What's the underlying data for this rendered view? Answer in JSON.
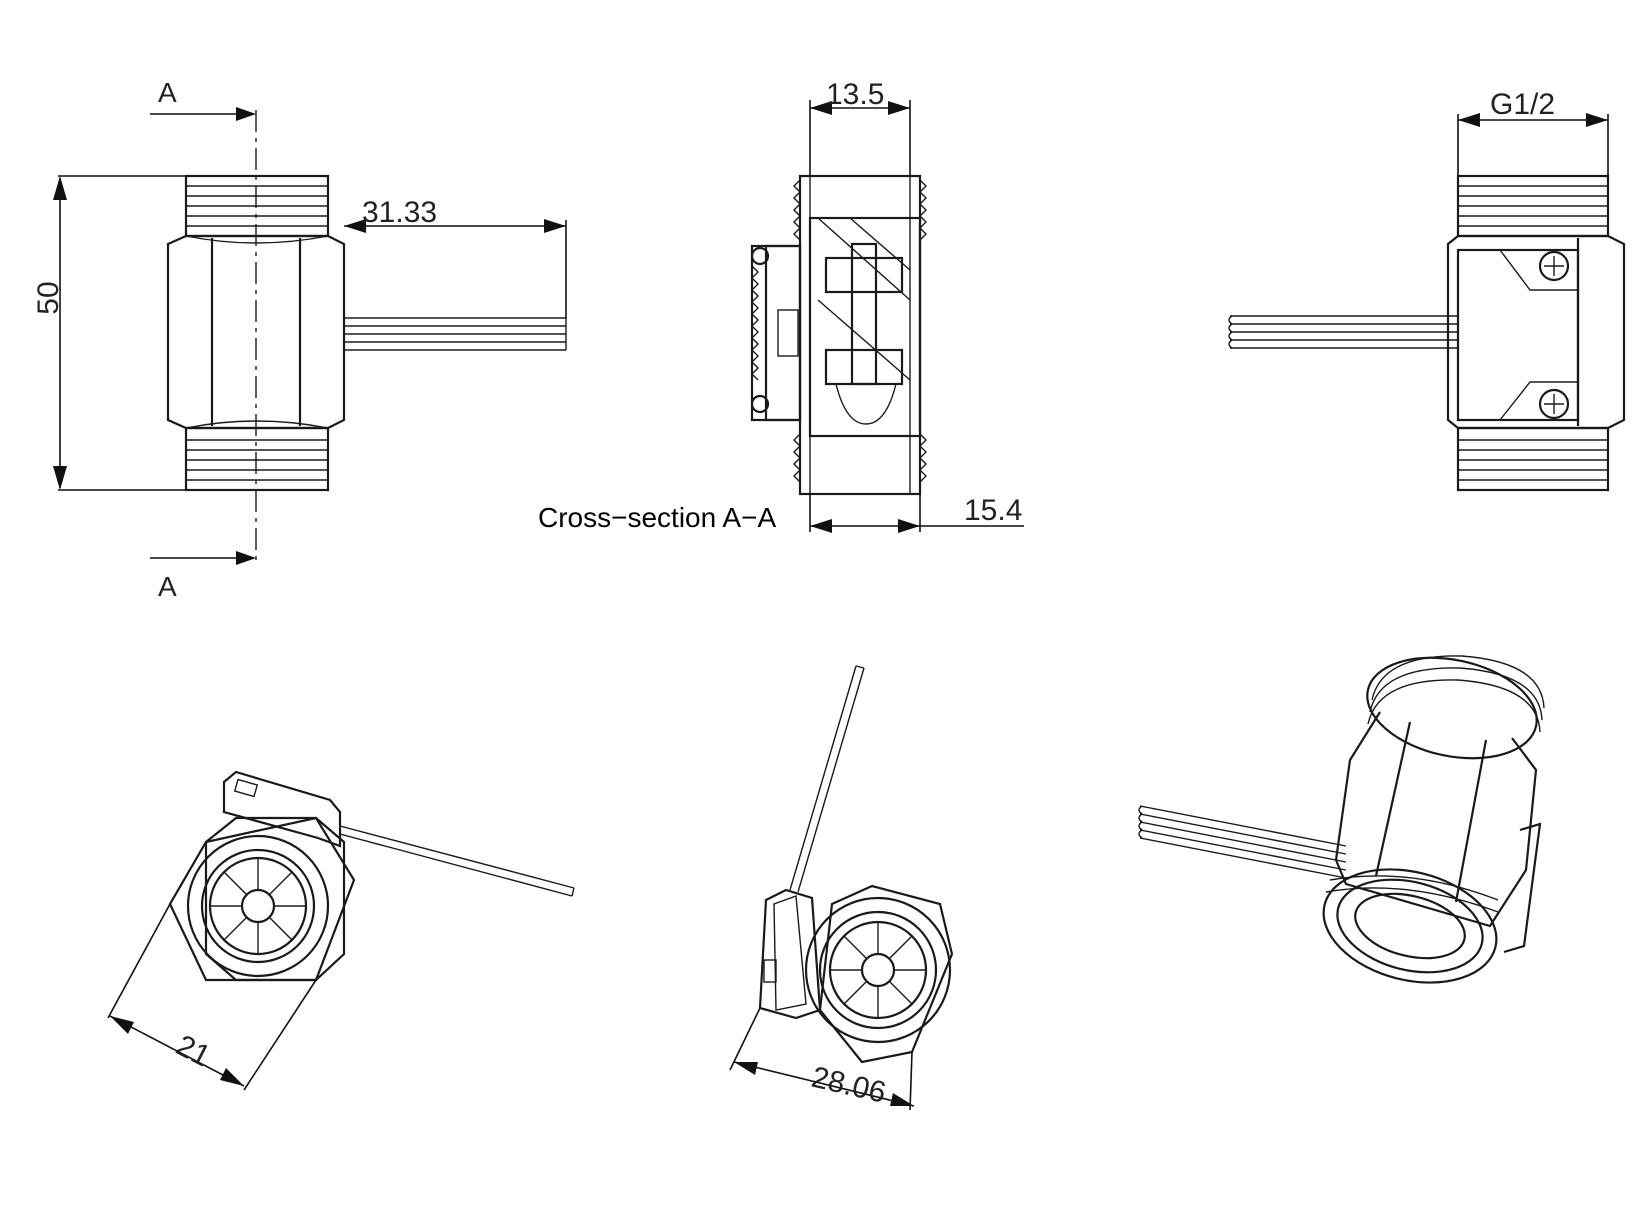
{
  "labels": {
    "section_marker_top": "A",
    "section_marker_bottom": "A",
    "caption": "Cross−section A−A"
  },
  "dimensions": {
    "height": "50",
    "wire_length": "31.33",
    "body_depth_top": "13.5",
    "body_depth_bottom": "15.4",
    "thread": "G1/2",
    "hex_flat": "21",
    "hex_corner": "28.06"
  }
}
